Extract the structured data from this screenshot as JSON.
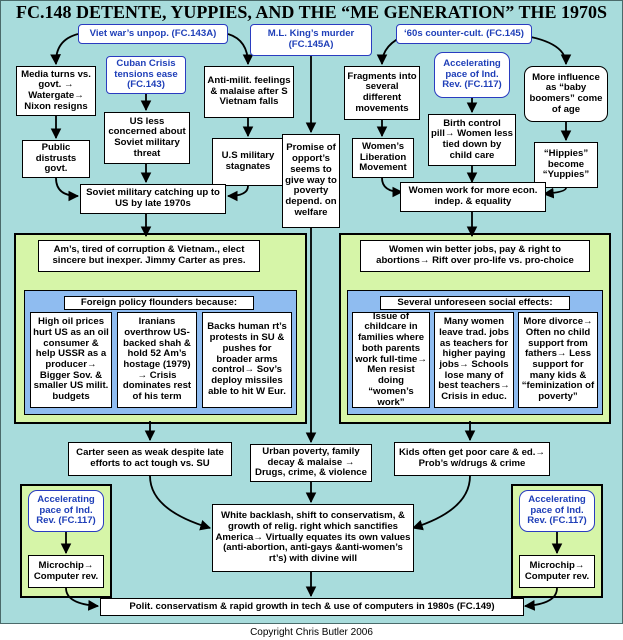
{
  "title": "FC.148 DETENTE, YUPPIES, AND THE “ME GENERATION” THE 1970S",
  "copyright": "Copyright Chris Butler 2006",
  "boxes": {
    "viet_war": "Viet war’s unpop. (FC.143A)",
    "media_turns": "Media turns vs. govt. → Watergate→ Nixon resigns",
    "cuban_crisis": "Cuban Crisis tensions ease (FC.143)",
    "anti_milit": "Anti-milit. feelings & malaise after S Vietnam falls",
    "us_less": "US less concerned about Soviet military threat",
    "public_distrusts": "Public distrusts govt.",
    "us_military": "U.S military stagnates",
    "soviet_catching": "Soviet military catching up to US by late 1970s",
    "mlk": "M.L. King’s murder (FC.145A)",
    "promise": "Promise of opport’s seems to give way to poverty depend. on welfare",
    "counter_cult": "‘60s counter-cult. (FC.145)",
    "fragments": "Fragments into several different movements",
    "accel_top": "Accelerating pace of Ind. Rev. (FC.117)",
    "baby_boomers": "More influence as “baby boomers” come of age",
    "birth_control": "Birth control pill→ Women less tied down by child care",
    "womens_lib": "Women’s Liberation Movement",
    "hippies": "“Hippies” become “Yuppies”",
    "women_work": "Women work for more econ. indep. & equality",
    "carter_elected": "Am’s, tired of corruption & Vietnam., elect sincere but inexper. Jimmy Carter as pres.",
    "foreign_header": "Foreign policy flounders because:",
    "oil_prices": "High oil prices hurt US as an oil consumer & help USSR as a producer→ Bigger Sov. & smaller US milit. budgets",
    "iranians": "Iranians overthrow US-backed shah & hold 52 Am’s hostage (1979) → Crisis dominates rest of his term",
    "human_rights": "Backs human rt’s protests in SU & pushes for broader arms control→ Sov’s deploy missiles able to hit W Eur.",
    "women_win": "Women win better jobs, pay & right to abortions→ Rift over pro-life vs. pro-choice",
    "social_header": "Several unforeseen social effects:",
    "childcare": "Issue of childcare in families where both parents work full-time→ Men resist doing “women’s work”",
    "teachers": "Many women leave trad. jobs as teachers for higher paying jobs→ Schools lose many of best teachers→ Crisis in educ.",
    "divorce": "More divorce→ Often no child support from fathers→ Less support for many kids & “feminization of poverty”",
    "carter_weak": "Carter seen as weak despite late efforts to act tough vs. SU",
    "urban_poverty": "Urban poverty, family decay & malaise → Drugs, crime, & violence",
    "kids_care": "Kids often get poor care & ed.→ Prob’s w/drugs & crime",
    "accel_left": "Accelerating pace of Ind. Rev. (FC.117)",
    "microchip_left": "Microchip→ Computer rev.",
    "white_backlash": "White backlash, shift to conservatism, & growth of relig. right which sanctifies America→ Virtually equates its own values (anti-abortion, anti-gays &anti-women’s rt’s) with divine will",
    "accel_right": "Accelerating pace of Ind. Rev. (FC.117)",
    "microchip_right": "Microchip→ Computer rev.",
    "polit_conservatism": "Polit. conservatism & rapid growth in tech & use of computers in 1980s (FC.149)"
  },
  "colors": {
    "background": "#a8dcdc",
    "green_panel": "#d6f5a8",
    "blue_panel": "#8fbcf0",
    "reference_text": "#1f3fb8"
  }
}
